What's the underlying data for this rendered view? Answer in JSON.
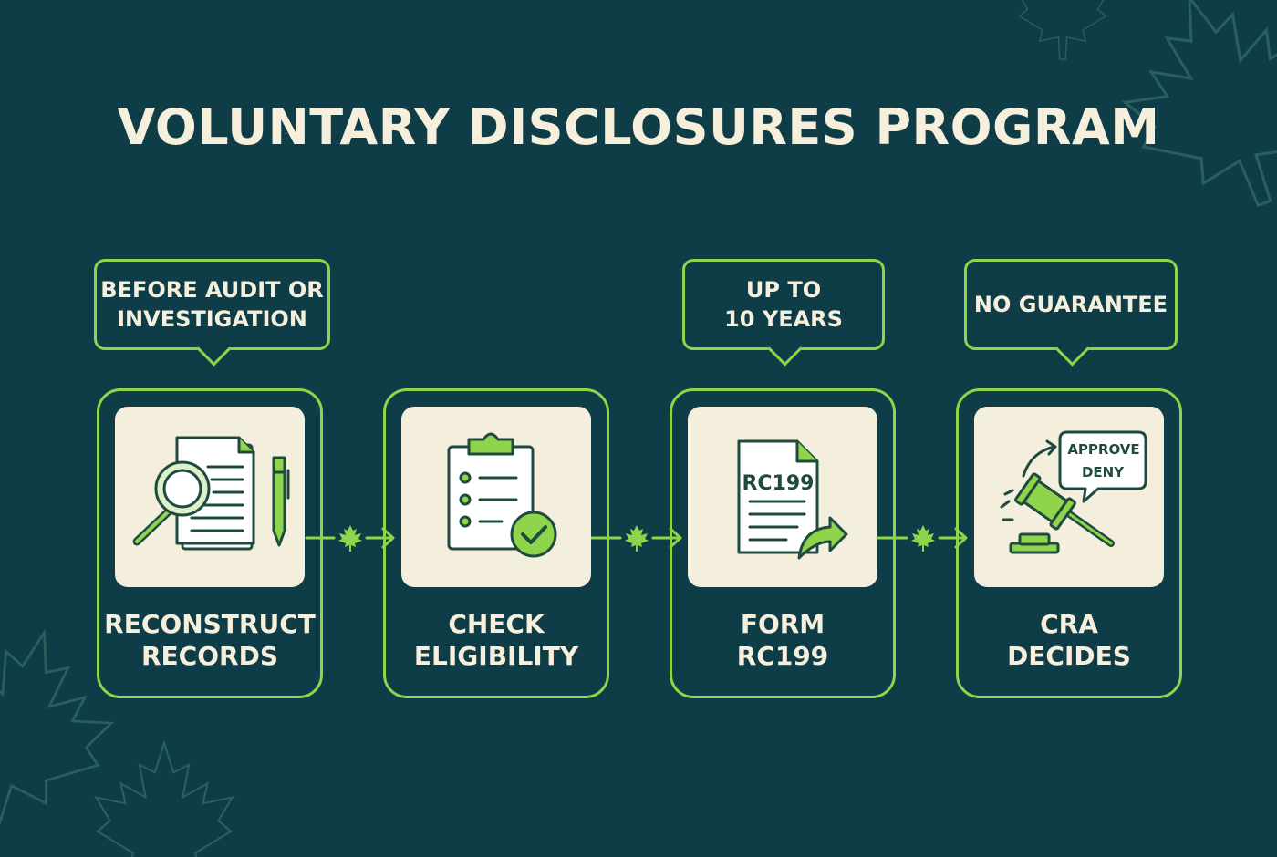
{
  "title": "VOLUNTARY DISCLOSURES PROGRAM",
  "colors": {
    "background": "#0f3d47",
    "accent": "#8fd44a",
    "card": "#f4eedc",
    "text": "#f5efdc",
    "icon_stroke": "#1f4a40"
  },
  "callouts": {
    "before_audit": "BEFORE AUDIT OR\nINVESTIGATION",
    "up_to_years": "UP TO\n10 YEARS",
    "no_guarantee": "NO GUARANTEE"
  },
  "steps": [
    {
      "label": "RECONSTRUCT\nRECORDS",
      "icon": "magnifier-documents-icon"
    },
    {
      "label": "CHECK\nELIGIBILITY",
      "icon": "clipboard-check-icon"
    },
    {
      "label": "FORM\nRC199",
      "icon": "form-document-icon",
      "form_text": "RC199"
    },
    {
      "label": "CRA\nDECIDES",
      "icon": "gavel-icon",
      "bubble": {
        "approve": "APPROVE",
        "deny": "DENY"
      }
    }
  ],
  "connector_icon": "maple-leaf-icon"
}
